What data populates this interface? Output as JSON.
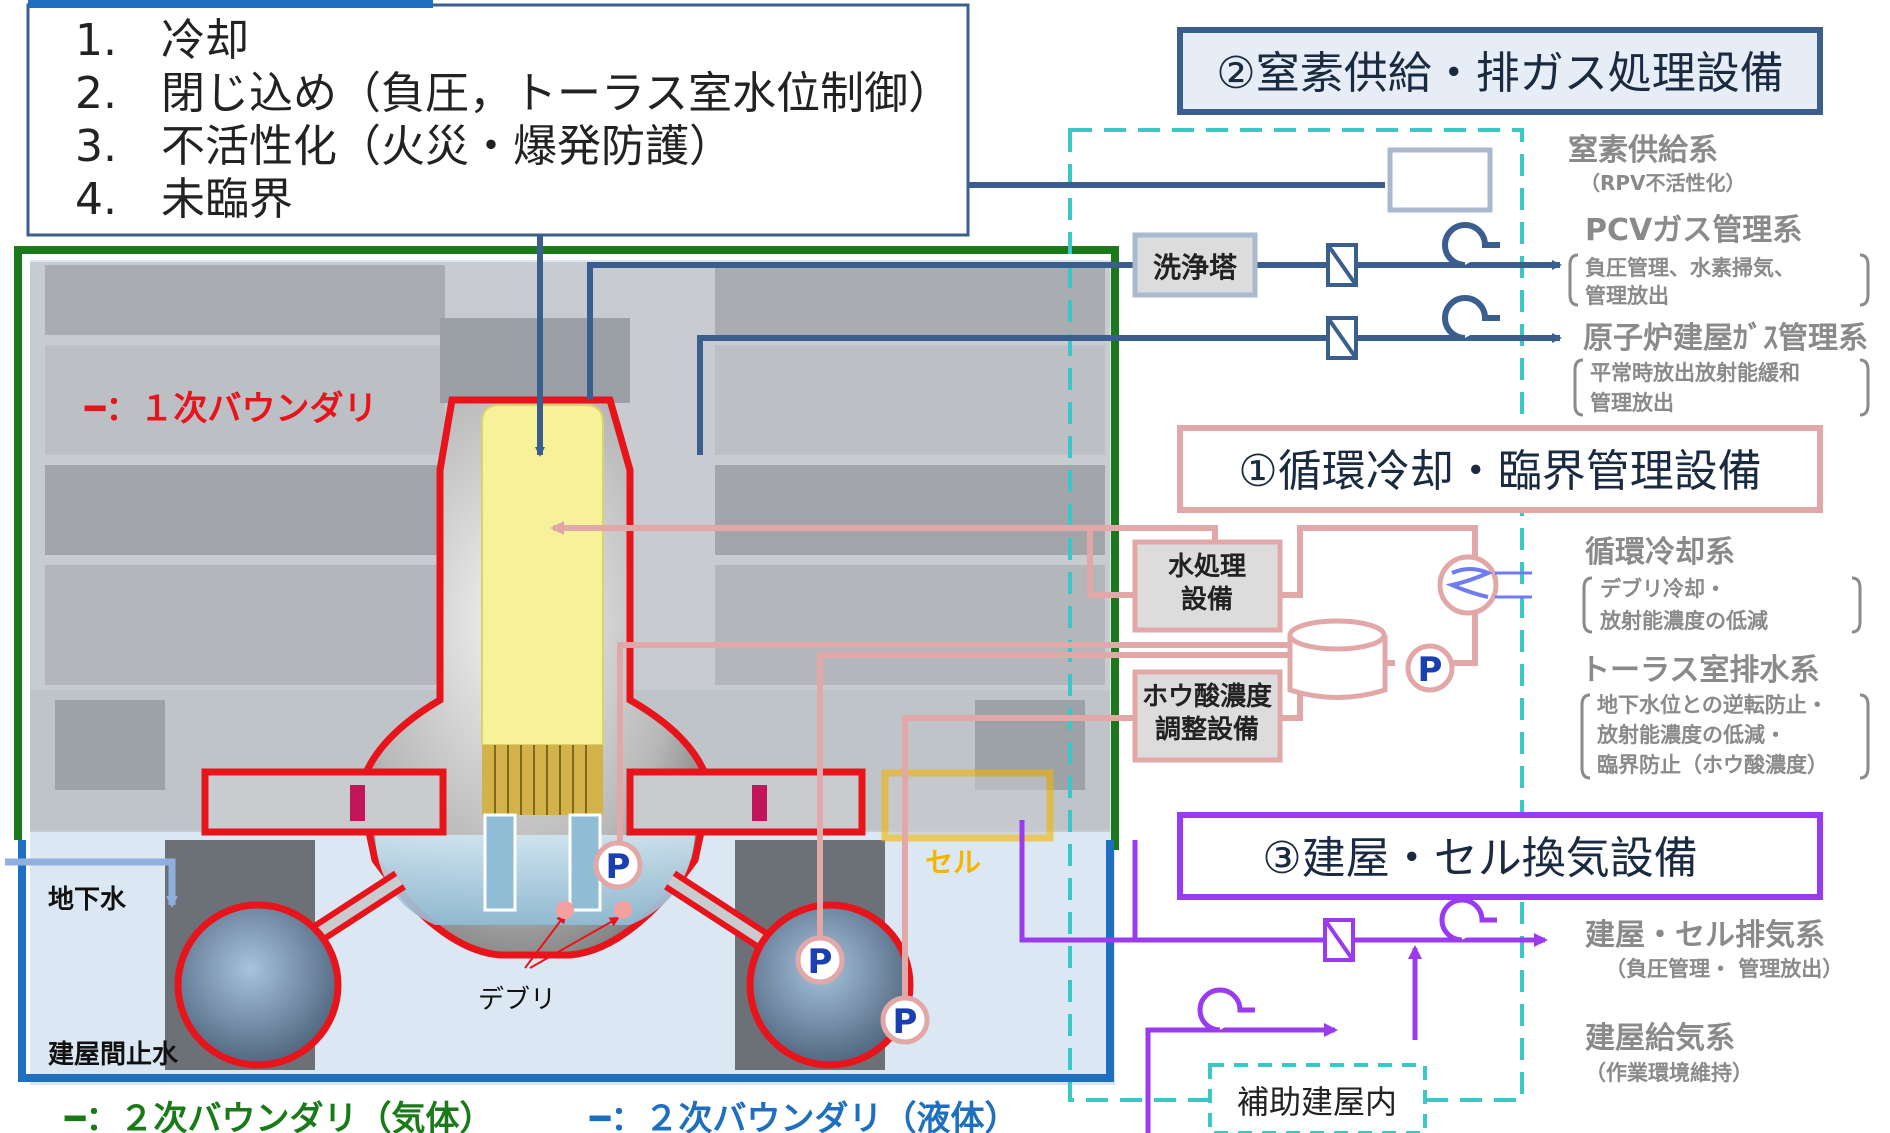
{
  "objectives": {
    "items": [
      "1.　冷却",
      "2.　閉じ込め（負圧，トーラス室水位制御）",
      "3.　不活性化（火災・爆発防護）",
      "4.　未臨界"
    ]
  },
  "legend": {
    "primary_boundary": "━：１次バウンダリ",
    "secondary_gas": "━：２次バウンダリ（気体）",
    "secondary_liquid": "━：２次バウンダリ（液体）"
  },
  "building": {
    "groundwater": "地下水",
    "water_stop": "建屋間止水",
    "debris": "デブリ",
    "cell": "セル",
    "pump": "P"
  },
  "facility_headers": {
    "nitrogen_offgas": "②窒素供給・排ガス処理設備",
    "circulation_cooling": "①循環冷却・臨界管理設備",
    "building_ventilation": "③建屋・セル換気設備"
  },
  "equipment": {
    "scrubber": "洗浄塔",
    "water_treatment": [
      "水処理",
      "設備"
    ],
    "boric_acid": [
      "ホウ酸濃度",
      "調整設備"
    ],
    "aux_building": "補助建屋内"
  },
  "systems": {
    "nitrogen": {
      "name": "窒素供給系",
      "note": "（RPV不活性化）"
    },
    "pcv_gas": {
      "name": "PCVガス管理系",
      "notes": [
        "負圧管理、水素掃気、",
        "管理放出"
      ]
    },
    "rb_gas": {
      "name": "原子炉建屋ｶﾞｽ管理系",
      "notes": [
        "平常時放出放射能緩和",
        "管理放出"
      ]
    },
    "circulation": {
      "name": "循環冷却系",
      "notes": [
        "デブリ冷却・",
        "放射能濃度の低減"
      ]
    },
    "torus_drain": {
      "name": "トーラス室排水系",
      "notes": [
        "地下水位との逆転防止・",
        "放射能濃度の低減・",
        "臨界防止（ホウ酸濃度）"
      ]
    },
    "building_exhaust": {
      "name": "建屋・セル排気系",
      "note": "（負圧管理・ 管理放出）"
    },
    "building_supply": {
      "name": "建屋給気系",
      "note": "（作業環境維持）"
    }
  },
  "colors": {
    "primary": "#e8141b",
    "secondary_gas": "#1a7a1a",
    "secondary_liquid": "#1f6fc0",
    "offgas_line": "#3a5f8f",
    "cooling_line": "#e2a7a7",
    "ventilation_line": "#9a3bf0",
    "cell": "#f5b400",
    "dashed_boundary": "#3cc7c7"
  }
}
